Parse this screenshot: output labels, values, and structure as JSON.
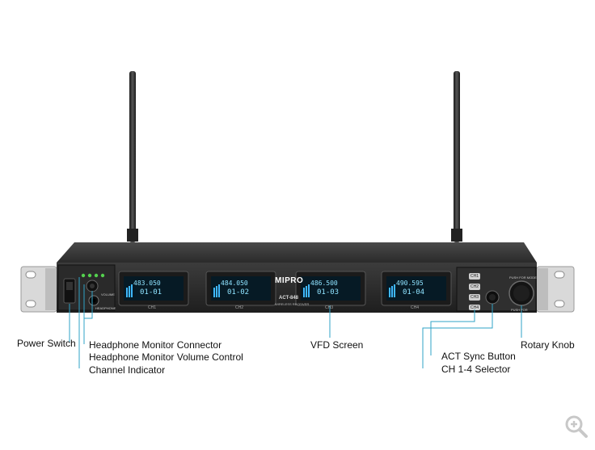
{
  "device": {
    "brand": "MIPRO",
    "model": "ACT-848",
    "subtitle": "WIRELESS RECEIVER",
    "headphone_label": "HEADPHONE",
    "volume_label": "VOLUME",
    "push_label": "PUSH FOR MODE",
    "rotary_sub_label": "PUSH FOR",
    "screens": [
      {
        "freq": "483.050",
        "id": "01-01",
        "ch": "CH1"
      },
      {
        "freq": "484.050",
        "id": "01-02",
        "ch": "CH2"
      },
      {
        "freq": "486.500",
        "id": "01-03",
        "ch": "CH3"
      },
      {
        "freq": "490.595",
        "id": "01-04",
        "ch": "CH4"
      }
    ],
    "ch_buttons": [
      "CH1",
      "CH2",
      "CH3",
      "CH4"
    ]
  },
  "callouts": {
    "power_switch": "Power Switch",
    "headphone_connector": "Headphone Monitor Connector",
    "headphone_volume": "Headphone Monitor Volume Control",
    "channel_indicator": "Channel Indicator",
    "vfd_screen": "VFD Screen",
    "rotary_knob": "Rotary Knob",
    "act_sync": "ACT Sync Button",
    "ch_selector": "CH 1-4 Selector"
  },
  "icons": {
    "zoom": "zoom-in-icon"
  },
  "colors": {
    "leader_line": "#2fa3c7",
    "vfd_text": "#8fe3ff",
    "chassis": "#2b2b2b"
  }
}
